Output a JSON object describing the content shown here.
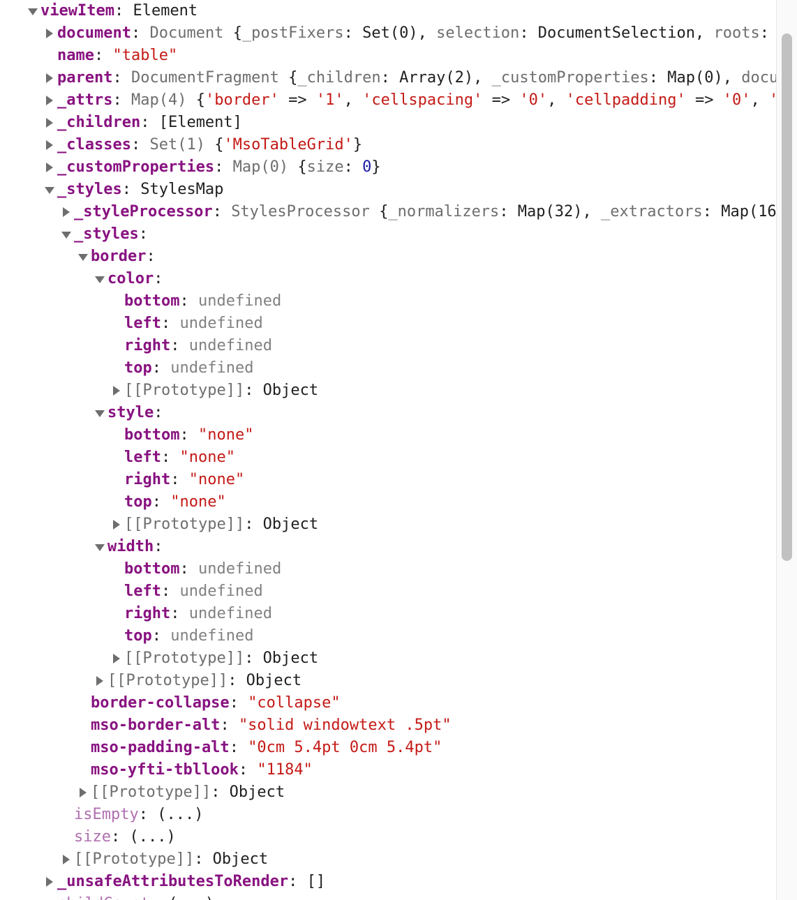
{
  "colors": {
    "key": "#881280",
    "string": "#c41a16",
    "number": "#1a1aa6",
    "undefined": "#808080",
    "getter_key": "#b06fb0"
  },
  "rows": [
    {
      "level": 0,
      "arrow": "down",
      "segs": [
        [
          "k",
          "viewItem"
        ],
        [
          "p",
          ": Element"
        ]
      ]
    },
    {
      "level": 1,
      "arrow": "right",
      "segs": [
        [
          "k",
          "document"
        ],
        [
          "p",
          ": "
        ],
        [
          "g",
          "Document "
        ],
        [
          "p",
          "{"
        ],
        [
          "g",
          "_postFixers"
        ],
        [
          "p",
          ": Set(0), "
        ],
        [
          "g",
          "selection"
        ],
        [
          "p",
          ": DocumentSelection, "
        ],
        [
          "g",
          "roots"
        ],
        [
          "p",
          ": "
        ]
      ]
    },
    {
      "level": 1,
      "arrow": "none",
      "segs": [
        [
          "k",
          "name"
        ],
        [
          "p",
          ": "
        ],
        [
          "s",
          "\"table\""
        ]
      ]
    },
    {
      "level": 1,
      "arrow": "right",
      "segs": [
        [
          "k",
          "parent"
        ],
        [
          "p",
          ": "
        ],
        [
          "g",
          "DocumentFragment "
        ],
        [
          "p",
          "{"
        ],
        [
          "g",
          "_children"
        ],
        [
          "p",
          ": Array(2), "
        ],
        [
          "g",
          "_customProperties"
        ],
        [
          "p",
          ": Map(0), "
        ],
        [
          "g",
          "docu"
        ]
      ]
    },
    {
      "level": 1,
      "arrow": "right",
      "segs": [
        [
          "k",
          "_attrs"
        ],
        [
          "p",
          ": "
        ],
        [
          "g",
          "Map(4) "
        ],
        [
          "p",
          "{"
        ],
        [
          "s",
          "'border'"
        ],
        [
          "p",
          " => "
        ],
        [
          "s",
          "'1'"
        ],
        [
          "p",
          ", "
        ],
        [
          "s",
          "'cellspacing'"
        ],
        [
          "p",
          " => "
        ],
        [
          "s",
          "'0'"
        ],
        [
          "p",
          ", "
        ],
        [
          "s",
          "'cellpadding'"
        ],
        [
          "p",
          " => "
        ],
        [
          "s",
          "'0'"
        ],
        [
          "p",
          ", "
        ],
        [
          "s",
          "'"
        ]
      ]
    },
    {
      "level": 1,
      "arrow": "right",
      "segs": [
        [
          "k",
          "_children"
        ],
        [
          "p",
          ": [Element]"
        ]
      ]
    },
    {
      "level": 1,
      "arrow": "right",
      "segs": [
        [
          "k",
          "_classes"
        ],
        [
          "p",
          ": "
        ],
        [
          "g",
          "Set(1) "
        ],
        [
          "p",
          "{"
        ],
        [
          "s",
          "'MsoTableGrid'"
        ],
        [
          "p",
          "}"
        ]
      ]
    },
    {
      "level": 1,
      "arrow": "right",
      "segs": [
        [
          "k",
          "_customProperties"
        ],
        [
          "p",
          ": "
        ],
        [
          "g",
          "Map(0) "
        ],
        [
          "p",
          "{"
        ],
        [
          "g",
          "size"
        ],
        [
          "p",
          ": "
        ],
        [
          "n",
          "0"
        ],
        [
          "p",
          "}"
        ]
      ]
    },
    {
      "level": 1,
      "arrow": "down",
      "segs": [
        [
          "k",
          "_styles"
        ],
        [
          "p",
          ": StylesMap"
        ]
      ]
    },
    {
      "level": 2,
      "arrow": "right",
      "segs": [
        [
          "k",
          "_styleProcessor"
        ],
        [
          "p",
          ": "
        ],
        [
          "g",
          "StylesProcessor "
        ],
        [
          "p",
          "{"
        ],
        [
          "g",
          "_normalizers"
        ],
        [
          "p",
          ": Map(32), "
        ],
        [
          "g",
          "_extractors"
        ],
        [
          "p",
          ": Map(16"
        ]
      ]
    },
    {
      "level": 2,
      "arrow": "down",
      "segs": [
        [
          "k",
          "_styles"
        ],
        [
          "p",
          ":"
        ]
      ]
    },
    {
      "level": 3,
      "arrow": "down",
      "segs": [
        [
          "k",
          "border"
        ],
        [
          "p",
          ":"
        ]
      ]
    },
    {
      "level": 4,
      "arrow": "down",
      "segs": [
        [
          "k",
          "color"
        ],
        [
          "p",
          ":"
        ]
      ]
    },
    {
      "level": 5,
      "arrow": "none",
      "segs": [
        [
          "k",
          "bottom"
        ],
        [
          "p",
          ": "
        ],
        [
          "u",
          "undefined"
        ]
      ]
    },
    {
      "level": 5,
      "arrow": "none",
      "segs": [
        [
          "k",
          "left"
        ],
        [
          "p",
          ": "
        ],
        [
          "u",
          "undefined"
        ]
      ]
    },
    {
      "level": 5,
      "arrow": "none",
      "segs": [
        [
          "k",
          "right"
        ],
        [
          "p",
          ": "
        ],
        [
          "u",
          "undefined"
        ]
      ]
    },
    {
      "level": 5,
      "arrow": "none",
      "segs": [
        [
          "k",
          "top"
        ],
        [
          "p",
          ": "
        ],
        [
          "u",
          "undefined"
        ]
      ]
    },
    {
      "level": 5,
      "arrow": "right",
      "segs": [
        [
          "g",
          "[[Prototype]]"
        ],
        [
          "p",
          ": Object"
        ]
      ]
    },
    {
      "level": 4,
      "arrow": "down",
      "segs": [
        [
          "k",
          "style"
        ],
        [
          "p",
          ":"
        ]
      ]
    },
    {
      "level": 5,
      "arrow": "none",
      "segs": [
        [
          "k",
          "bottom"
        ],
        [
          "p",
          ": "
        ],
        [
          "s",
          "\"none\""
        ]
      ]
    },
    {
      "level": 5,
      "arrow": "none",
      "segs": [
        [
          "k",
          "left"
        ],
        [
          "p",
          ": "
        ],
        [
          "s",
          "\"none\""
        ]
      ]
    },
    {
      "level": 5,
      "arrow": "none",
      "segs": [
        [
          "k",
          "right"
        ],
        [
          "p",
          ": "
        ],
        [
          "s",
          "\"none\""
        ]
      ]
    },
    {
      "level": 5,
      "arrow": "none",
      "segs": [
        [
          "k",
          "top"
        ],
        [
          "p",
          ": "
        ],
        [
          "s",
          "\"none\""
        ]
      ]
    },
    {
      "level": 5,
      "arrow": "right",
      "segs": [
        [
          "g",
          "[[Prototype]]"
        ],
        [
          "p",
          ": Object"
        ]
      ]
    },
    {
      "level": 4,
      "arrow": "down",
      "segs": [
        [
          "k",
          "width"
        ],
        [
          "p",
          ":"
        ]
      ]
    },
    {
      "level": 5,
      "arrow": "none",
      "segs": [
        [
          "k",
          "bottom"
        ],
        [
          "p",
          ": "
        ],
        [
          "u",
          "undefined"
        ]
      ]
    },
    {
      "level": 5,
      "arrow": "none",
      "segs": [
        [
          "k",
          "left"
        ],
        [
          "p",
          ": "
        ],
        [
          "u",
          "undefined"
        ]
      ]
    },
    {
      "level": 5,
      "arrow": "none",
      "segs": [
        [
          "k",
          "right"
        ],
        [
          "p",
          ": "
        ],
        [
          "u",
          "undefined"
        ]
      ]
    },
    {
      "level": 5,
      "arrow": "none",
      "segs": [
        [
          "k",
          "top"
        ],
        [
          "p",
          ": "
        ],
        [
          "u",
          "undefined"
        ]
      ]
    },
    {
      "level": 5,
      "arrow": "right",
      "segs": [
        [
          "g",
          "[[Prototype]]"
        ],
        [
          "p",
          ": Object"
        ]
      ]
    },
    {
      "level": 4,
      "arrow": "right",
      "segs": [
        [
          "g",
          "[[Prototype]]"
        ],
        [
          "p",
          ": Object"
        ]
      ]
    },
    {
      "level": 3,
      "arrow": "none",
      "segs": [
        [
          "k",
          "border-collapse"
        ],
        [
          "p",
          ": "
        ],
        [
          "s",
          "\"collapse\""
        ]
      ]
    },
    {
      "level": 3,
      "arrow": "none",
      "segs": [
        [
          "k",
          "mso-border-alt"
        ],
        [
          "p",
          ": "
        ],
        [
          "s",
          "\"solid windowtext .5pt\""
        ]
      ]
    },
    {
      "level": 3,
      "arrow": "none",
      "segs": [
        [
          "k",
          "mso-padding-alt"
        ],
        [
          "p",
          ": "
        ],
        [
          "s",
          "\"0cm 5.4pt 0cm 5.4pt\""
        ]
      ]
    },
    {
      "level": 3,
      "arrow": "none",
      "segs": [
        [
          "k",
          "mso-yfti-tbllook"
        ],
        [
          "p",
          ": "
        ],
        [
          "s",
          "\"1184\""
        ]
      ]
    },
    {
      "level": 3,
      "arrow": "right",
      "segs": [
        [
          "g",
          "[[Prototype]]"
        ],
        [
          "p",
          ": Object"
        ]
      ]
    },
    {
      "level": 2,
      "arrow": "none",
      "segs": [
        [
          "kd",
          "isEmpty"
        ],
        [
          "p",
          ": (...)"
        ]
      ]
    },
    {
      "level": 2,
      "arrow": "none",
      "segs": [
        [
          "kd",
          "size"
        ],
        [
          "p",
          ": (...)"
        ]
      ]
    },
    {
      "level": 2,
      "arrow": "right",
      "segs": [
        [
          "g",
          "[[Prototype]]"
        ],
        [
          "p",
          ": Object"
        ]
      ]
    },
    {
      "level": 1,
      "arrow": "right",
      "segs": [
        [
          "k",
          "_unsafeAttributesToRender"
        ],
        [
          "p",
          ": []"
        ]
      ]
    },
    {
      "level": 1,
      "arrow": "none",
      "segs": [
        [
          "kd",
          "childCount"
        ],
        [
          "p",
          ": (...)"
        ]
      ]
    }
  ]
}
